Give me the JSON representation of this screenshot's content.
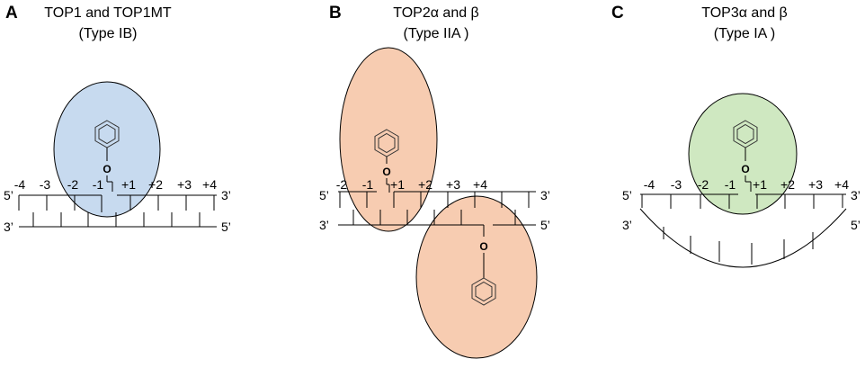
{
  "colors": {
    "top1_enzyme": "#bdd3ec",
    "top2_enzyme": "#f6c3a3",
    "top3_enzyme": "#c7e4b6",
    "line": "#000000"
  },
  "panels": [
    {
      "letter": "A",
      "title_line1": "TOP1 and TOP1MT",
      "title_line2": "(Type IB)",
      "positions": [
        "-4",
        "-3",
        "-2",
        "-1",
        "+1",
        "+2",
        "+3",
        "+4"
      ],
      "top_strand_left": "5’",
      "top_strand_right": "3’",
      "bottom_strand_left": "3’",
      "bottom_strand_right": "5’",
      "linker_atom": "O",
      "enzyme_icon": "tyrosine-phenol-ring-icon"
    },
    {
      "letter": "B",
      "title_line1": "TOP2α and β",
      "title_line2": "(Type IIA )",
      "positions": [
        "-2",
        "-1",
        "+1",
        "+2",
        "+3",
        "+4"
      ],
      "top_strand_left": "5’",
      "top_strand_right": "3’",
      "bottom_strand_left": "3’",
      "bottom_strand_right": "5’",
      "linker_atom_top": "O",
      "linker_atom_bottom": "O",
      "enzyme_icon": "tyrosine-phenol-ring-icon"
    },
    {
      "letter": "C",
      "title_line1": "TOP3α and β",
      "title_line2": "(Type IA )",
      "positions": [
        "-4",
        "-3",
        "-2",
        "-1",
        "+1",
        "+2",
        "+3",
        "+4"
      ],
      "top_strand_left": "5’",
      "top_strand_right": "3’",
      "bottom_strand_left": "3’",
      "bottom_strand_right": "5’",
      "linker_atom": "O",
      "enzyme_icon": "tyrosine-phenol-ring-icon"
    }
  ]
}
